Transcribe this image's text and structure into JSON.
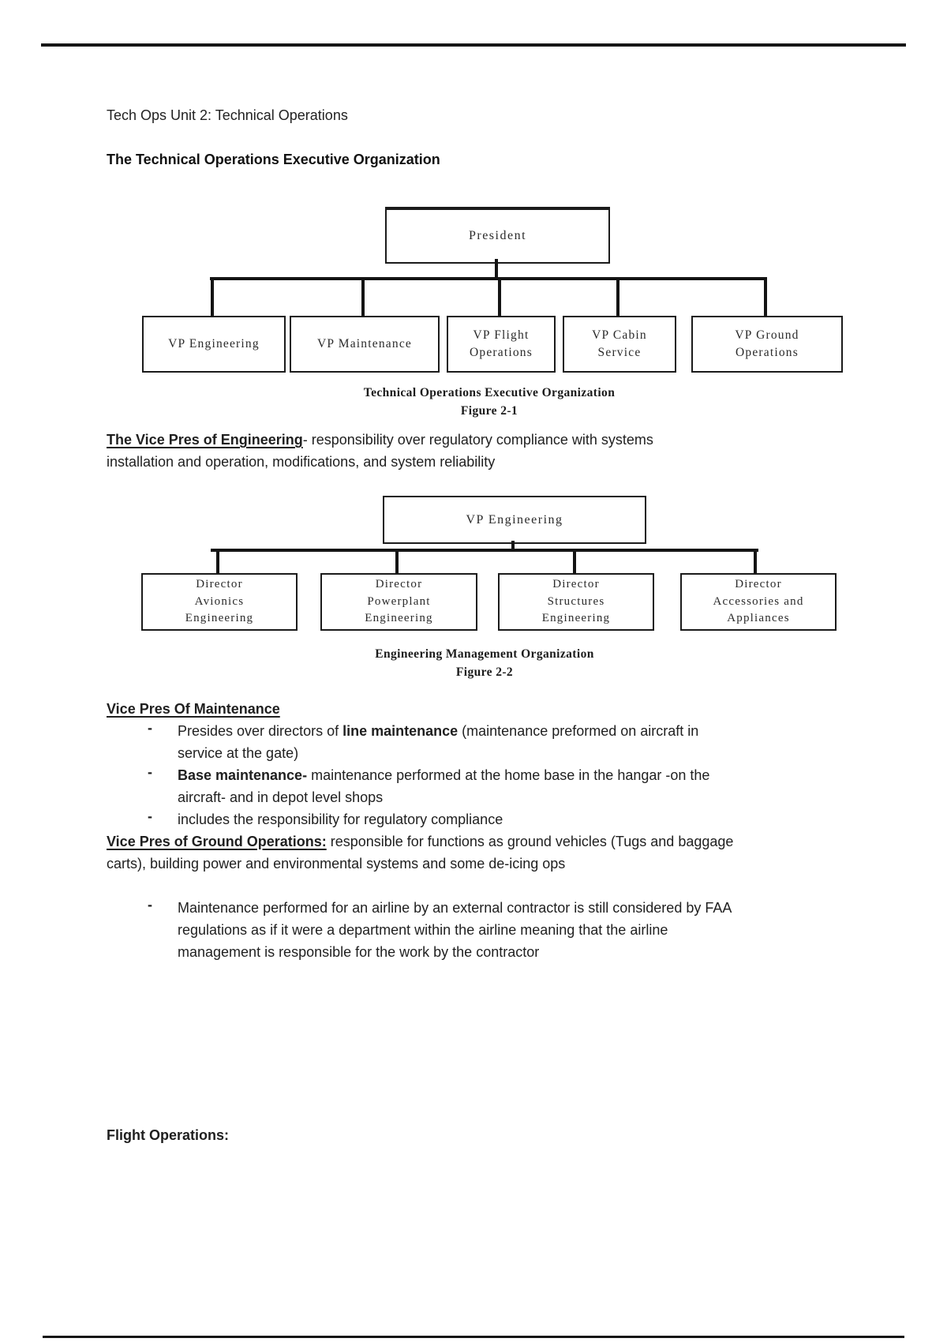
{
  "page": {
    "title": "Tech Ops Unit 2: Technical Operations",
    "heading": "The Technical Operations Executive Organization"
  },
  "chart1": {
    "root": "President",
    "children": [
      "VP Engineering",
      "VP Maintenance",
      "VP Flight\nOperations",
      "VP Cabin\nService",
      "VP Ground\nOperations"
    ],
    "caption": "Technical Operations Executive Organization",
    "figure": "Figure 2-1"
  },
  "eng": {
    "lead": "The Vice Pres of Engineering",
    "line1_rest": "- responsibility over regulatory compliance with systems",
    "line2": "installation and operation, modifications, and system reliability"
  },
  "chart2": {
    "root": "VP Engineering",
    "children": [
      "Director\nAvionics\nEngineering",
      "Director\nPowerplant\nEngineering",
      "Director\nStructures\nEngineering",
      "Director\nAccessories and\nAppliances"
    ],
    "caption": "Engineering Management Organization",
    "figure": "Figure 2-2"
  },
  "maintenance": {
    "heading": "Vice Pres Of Maintenance",
    "dash": "-",
    "b1": {
      "pre": "Presides over directors of ",
      "bold": "line maintenance",
      "post": " (maintenance preformed on aircraft in",
      "line2": "service at the gate)"
    },
    "b2": {
      "bold": "Base maintenance-",
      "post": " maintenance performed at the home base in the hangar -on the",
      "line2": "aircraft- and in depot level shops"
    },
    "b3": "includes the responsibility for regulatory compliance"
  },
  "ground": {
    "lead": "Vice Pres of Ground Operations:",
    "line1_rest": " responsible for functions as ground vehicles (Tugs and baggage",
    "line2": "carts), building power and environmental systems and some de-icing ops"
  },
  "contractor": {
    "line1": "Maintenance performed for an airline by an external contractor is still considered by FAA",
    "line2": "regulations as if it were a department within the airline meaning that the airline",
    "line3": "management is responsible for the work by the contractor"
  },
  "flight_heading": "Flight Operations:"
}
